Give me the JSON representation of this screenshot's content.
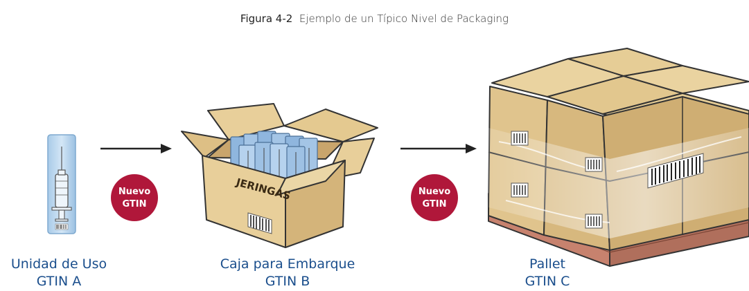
{
  "caption": {
    "figure_number": "Figura 4-2",
    "text": "Ejemplo de un Típico Nivel de Packaging"
  },
  "badges": [
    {
      "line1": "Nuevo",
      "line2": "GTIN"
    },
    {
      "line1": "Nuevo",
      "line2": "GTIN"
    }
  ],
  "box_print": "JERINGAS",
  "levels": [
    {
      "name": "Unidad de Uso",
      "gtin": "GTIN A"
    },
    {
      "name": "Caja para Embarque",
      "gtin": "GTIN B"
    },
    {
      "name": "Pallet",
      "gtin": "GTIN C"
    }
  ],
  "colors": {
    "label_blue": "#1a4e8c",
    "badge_red": "#b0173a",
    "cardboard": "#e8cf9a",
    "pallet_wood": "#c7826e"
  }
}
